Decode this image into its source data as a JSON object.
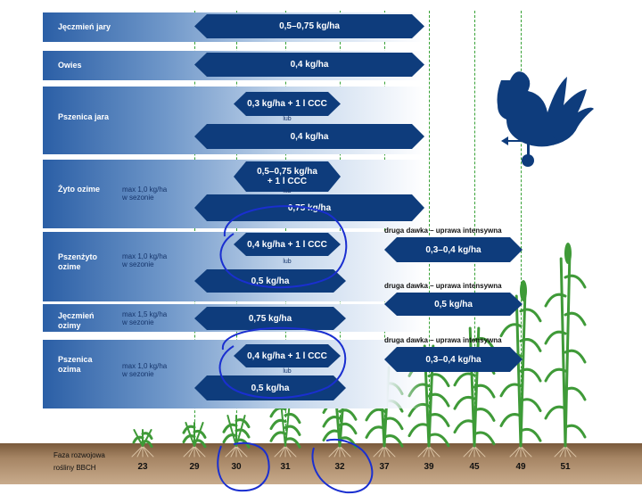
{
  "crops": [
    {
      "name": "Jęczmień jary",
      "note": "",
      "doses": [
        "0,5–0,75 kg/ha"
      ]
    },
    {
      "name": "Owies",
      "note": "",
      "doses": [
        "0,4 kg/ha"
      ]
    },
    {
      "name": "Pszenica jara",
      "note": "",
      "doses": [
        "0,3 kg/ha + 1 l CCC",
        "0,4 kg/ha"
      ],
      "or_label": "lub"
    },
    {
      "name": "Żyto ozime",
      "note": "max 1,0 kg/ha\nw sezonie",
      "doses": [
        "0,5–0,75 kg/ha\n+ 1 l CCC",
        "0,75 kg/ha"
      ],
      "or_label": "lub"
    },
    {
      "name": "Pszenżyto\nozime",
      "note": "max 1,0 kg/ha\nw sezonie",
      "doses": [
        "0,4 kg/ha + 1 l CCC",
        "0,5 kg/ha"
      ],
      "or_label": "lub",
      "second_dose": {
        "label": "druga dawka – uprawa intensywna",
        "dose": "0,3–0,4 kg/ha"
      }
    },
    {
      "name": "Jęczmień\nozimy",
      "note": "max 1,5 kg/ha\nw sezonie",
      "doses": [
        "0,75 kg/ha"
      ],
      "second_dose": {
        "label": "druga dawka – uprawa intensywna",
        "dose": "0,5 kg/ha"
      }
    },
    {
      "name": "Pszenica\nozima",
      "note": "max 1,0 kg/ha\nw sezonie",
      "doses": [
        "0,4 kg/ha + 1 l CCC",
        "0,5 kg/ha"
      ],
      "or_label": "lub",
      "second_dose": {
        "label": "druga dawka – uprawa intensywna",
        "dose": "0,3–0,4 kg/ha"
      }
    }
  ],
  "growth_stage": {
    "label_line1": "Faza rozwojowa",
    "label_line2": "rośliny BBCH",
    "codes": [
      "23",
      "29",
      "30",
      "31",
      "32",
      "37",
      "39",
      "45",
      "49",
      "51"
    ]
  },
  "colors": {
    "band_dark": "#2b5fa6",
    "arrow": "#0e3c7c",
    "guide_line": "#36a135",
    "plant": "#3f9a38",
    "ground": "#a58463",
    "annotation_ink": "#1a2fd0"
  },
  "icons": [
    "rooster-weathervane-icon",
    "wheat-plant-icon"
  ]
}
